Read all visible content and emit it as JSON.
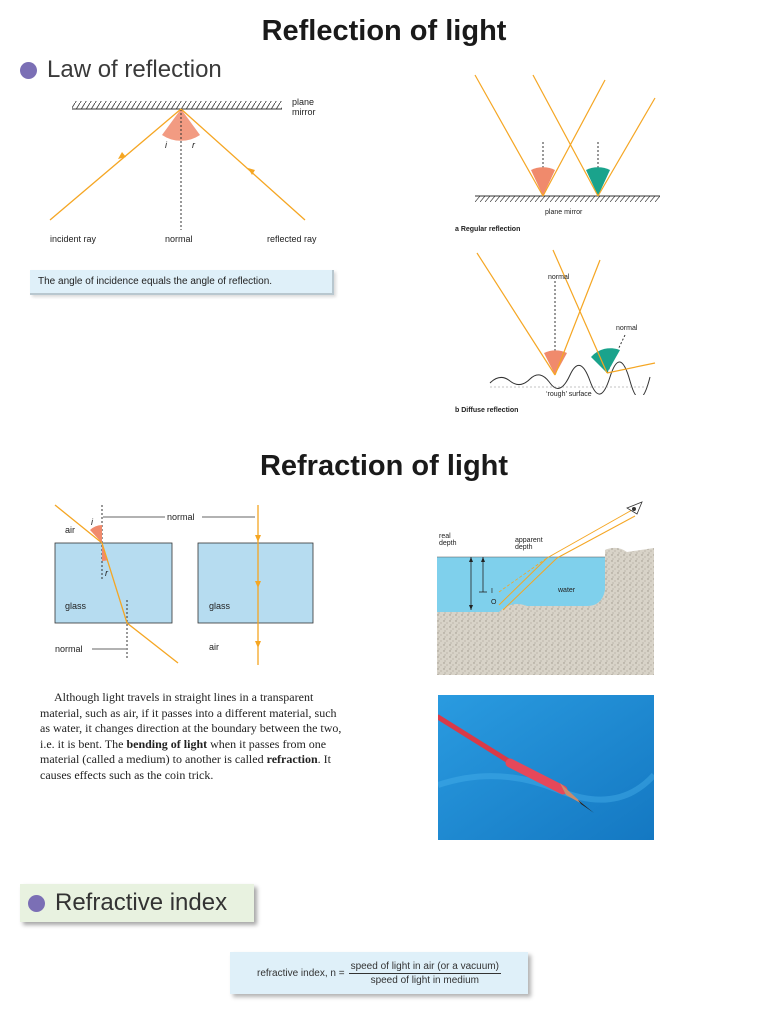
{
  "title_reflection": "Reflection of light",
  "law_heading": "Law of reflection",
  "mirror_diagram": {
    "plane_mirror": "plane mirror",
    "i": "i",
    "r": "r",
    "incident_ray": "incident ray",
    "normal": "normal",
    "reflected_ray": "reflected ray"
  },
  "law_statement": "The angle of incidence equals the angle of reflection.",
  "right_diagrams": {
    "plane_mirror": "plane mirror",
    "caption_a": "a  Regular reflection",
    "normal_1": "normal",
    "normal_2": "normal",
    "rough_surface": "‘rough’ surface",
    "caption_b": "b  Diffuse reflection"
  },
  "title_refraction": "Refraction of light",
  "glass_diagram": {
    "air_top": "air",
    "i": "i",
    "r": "r",
    "normal_top": "normal",
    "glass_left": "glass",
    "glass_right": "glass",
    "normal_bottom": "normal",
    "air_bottom": "air"
  },
  "depth_diagram": {
    "real_depth": "real depth",
    "apparent_depth": "apparent depth",
    "water": "water",
    "I": "I",
    "O": "O"
  },
  "paragraph": {
    "p1": "Although light travels in straight lines in a transparent material, such as air, if it passes into a different material, such as water, it changes direction at the boundary between the two, i.e. it is bent. The ",
    "b1": "bending of light",
    "p2": " when it passes from one material (called a medium) to another is called ",
    "b2": "refraction",
    "p3": ". It causes effects such as the coin trick."
  },
  "refractive_heading": "Refractive index",
  "formula": {
    "lhs": "refractive index, n =",
    "numerator": "speed of light in air (or a vacuum)",
    "denominator": "speed of light in medium"
  },
  "colors": {
    "ray": "#f5a623",
    "angle_orange": "#f08a6c",
    "angle_teal": "#1aa38c",
    "glass": "#b6dcf0",
    "water": "#7fd0ec",
    "pool": "#1d8fcf",
    "pencil": "#d93a48",
    "bullet": "#7b6fb5"
  }
}
